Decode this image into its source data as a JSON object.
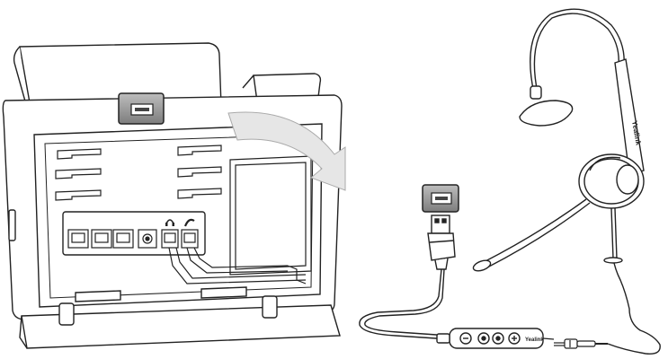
{
  "headset": {
    "brand_label": "Yealink"
  },
  "usb_cable": {
    "controller_brand_label": "Yealink"
  },
  "colors": {
    "line": "#222222",
    "arrow_fill": "#e6e6e6",
    "port_fill": "#9a9a9a",
    "background": "#ffffff"
  },
  "icons": [
    "phone-back-panel",
    "usb-port-icon",
    "usb-connector-icon",
    "headset-port-icon",
    "handset-port-icon",
    "curved-arrow-icon",
    "headset-icon",
    "inline-controller-icon",
    "audio-jack-icon"
  ]
}
